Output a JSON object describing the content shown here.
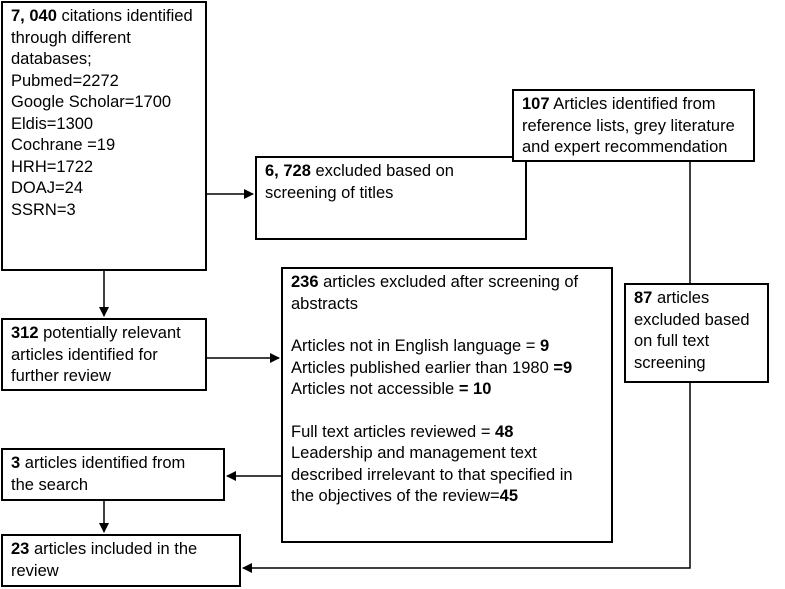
{
  "boxes": {
    "citations": {
      "lead": "7, 040",
      "rest": " citations identified",
      "lines": [
        "through different",
        "databases;",
        "Pubmed=2272",
        "Google Scholar=1700",
        "Eldis=1300",
        "Cochrane =19",
        "HRH=1722",
        "DOAJ=24",
        "SSRN=3"
      ]
    },
    "excluded_titles": {
      "lead": "6, 728",
      "rest": " excluded based on",
      "line2": "screening of titles"
    },
    "reference_articles": {
      "lead": "107",
      "rest": "  Articles identified from",
      "line2": "reference lists, grey literature",
      "line3": "and expert recommendation"
    },
    "abstract_exclusion": {
      "lead": "236",
      "rest": " articles excluded after screening of",
      "line2": "abstracts",
      "not_english": "Articles not in English language  = ",
      "not_english_val": "9",
      "before_1980": "Articles published earlier than 1980 ",
      "before_1980_val": "=9",
      "not_accessible": "Articles not accessible ",
      "not_accessible_val": "= 10",
      "full_text": "Full text articles reviewed = ",
      "full_text_val": "48",
      "irrelevant_1": "Leadership and management text",
      "irrelevant_2": "described irrelevant to that specified in",
      "irrelevant_3": "the objectives of the review=",
      "irrelevant_val": "45"
    },
    "full_text_excluded": {
      "lead": "87",
      "rest": " articles",
      "line2": "excluded based",
      "line3": "on full text",
      "line4": "screening"
    },
    "relevant_articles": {
      "lead": "312",
      "rest": " potentially relevant",
      "line2": "articles  identified for",
      "line3": "further review"
    },
    "search_articles": {
      "lead": "3",
      "rest": " articles identified from",
      "line2": "the search"
    },
    "included": {
      "lead": "23",
      "rest": " articles included in the",
      "line2": "review"
    }
  }
}
